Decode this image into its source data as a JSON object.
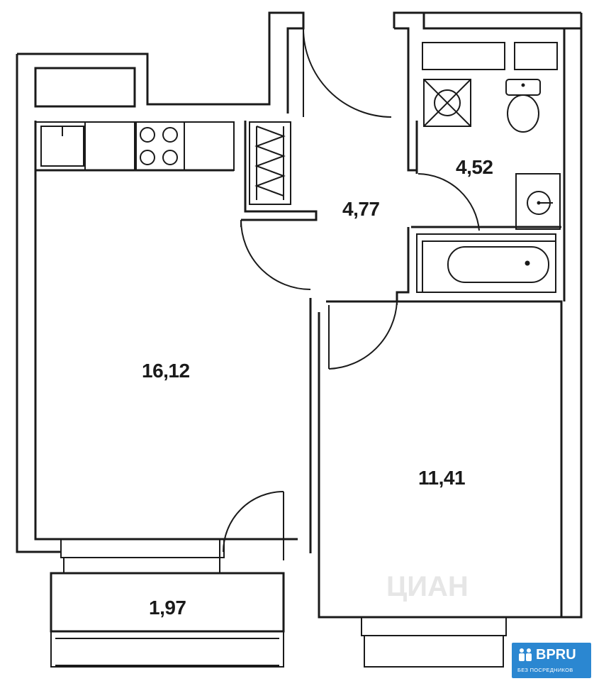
{
  "rooms": {
    "living_room": {
      "area": "16,12"
    },
    "bedroom": {
      "area": "11,41"
    },
    "hallway": {
      "area": "4,77"
    },
    "bathroom": {
      "area": "4,52"
    },
    "balcony": {
      "area": "1,97"
    }
  },
  "watermark": {
    "text": "ЦИАН"
  },
  "badge": {
    "logo_text": "BPRU",
    "tagline": "БЕЗ ПОСРЕДНИКОВ",
    "color": "#2b87d1"
  },
  "colors": {
    "wall": "#1a1a1a",
    "background": "#ffffff"
  }
}
